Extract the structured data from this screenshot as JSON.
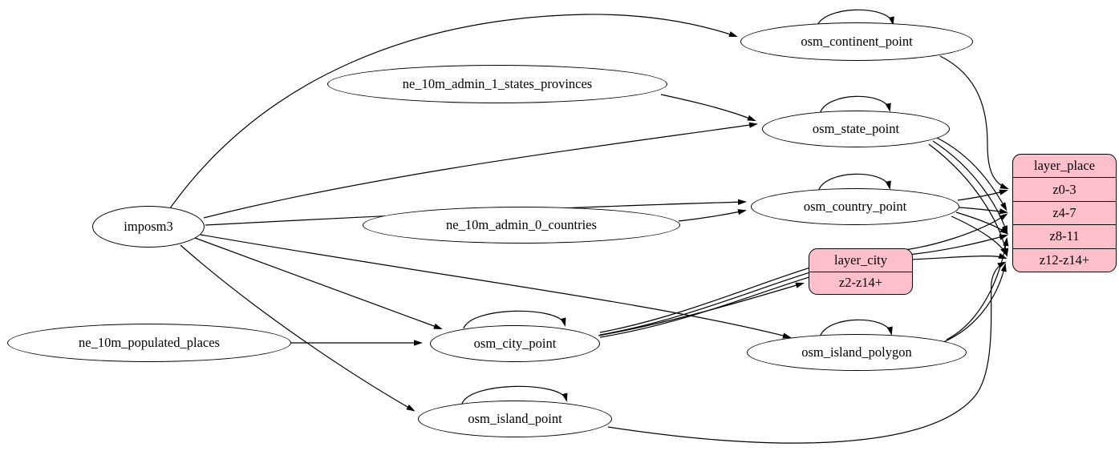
{
  "diagram_type": "graphviz-dataflow",
  "nodes": {
    "imposm3": "imposm3",
    "ne_admin1": "ne_10m_admin_1_states_provinces",
    "ne_admin0": "ne_10m_admin_0_countries",
    "ne_places": "ne_10m_populated_places",
    "continent": "osm_continent_point",
    "state": "osm_state_point",
    "country": "osm_country_point",
    "city": "osm_city_point",
    "island_polygon": "osm_island_polygon",
    "island_point": "osm_island_point"
  },
  "records": {
    "layer_city": {
      "header": "layer_city",
      "rows": [
        "z2-z14+"
      ]
    },
    "layer_place": {
      "header": "layer_place",
      "rows": [
        "z0-3",
        "z4-7",
        "z8-11",
        "z12-z14+"
      ]
    }
  },
  "colors": {
    "record_fill": "#ffc0cb",
    "record_border": "#000000",
    "node_fill": "#ffffff",
    "edge": "#000000",
    "background": "#ffffff"
  },
  "edges": [
    {
      "from": "imposm3",
      "to": "osm_continent_point"
    },
    {
      "from": "imposm3",
      "to": "osm_state_point"
    },
    {
      "from": "imposm3",
      "to": "osm_country_point"
    },
    {
      "from": "imposm3",
      "to": "osm_city_point"
    },
    {
      "from": "imposm3",
      "to": "osm_island_polygon"
    },
    {
      "from": "imposm3",
      "to": "osm_island_point"
    },
    {
      "from": "ne_10m_admin_1_states_provinces",
      "to": "osm_state_point"
    },
    {
      "from": "ne_10m_admin_0_countries",
      "to": "osm_country_point"
    },
    {
      "from": "ne_10m_populated_places",
      "to": "osm_city_point"
    },
    {
      "from": "osm_continent_point",
      "to": "osm_continent_point"
    },
    {
      "from": "osm_state_point",
      "to": "osm_state_point"
    },
    {
      "from": "osm_country_point",
      "to": "osm_country_point"
    },
    {
      "from": "osm_city_point",
      "to": "osm_city_point"
    },
    {
      "from": "osm_island_polygon",
      "to": "osm_island_polygon"
    },
    {
      "from": "osm_island_point",
      "to": "osm_island_point"
    },
    {
      "from": "osm_continent_point",
      "to": "layer_place:z0-3"
    },
    {
      "from": "osm_country_point",
      "to": "layer_place:z0-3"
    },
    {
      "from": "osm_country_point",
      "to": "layer_place:z4-7"
    },
    {
      "from": "osm_country_point",
      "to": "layer_place:z8-11"
    },
    {
      "from": "osm_country_point",
      "to": "layer_place:z12-z14+"
    },
    {
      "from": "osm_state_point",
      "to": "layer_place:z4-7"
    },
    {
      "from": "osm_state_point",
      "to": "layer_place:z8-11"
    },
    {
      "from": "osm_state_point",
      "to": "layer_place:z12-z14+"
    },
    {
      "from": "osm_city_point",
      "to": "layer_city:z2-z14+"
    },
    {
      "from": "osm_city_point",
      "to": "layer_place:z4-7"
    },
    {
      "from": "osm_city_point",
      "to": "layer_place:z8-11"
    },
    {
      "from": "osm_city_point",
      "to": "layer_place:z12-z14+"
    },
    {
      "from": "osm_island_polygon",
      "to": "layer_place:z8-11"
    },
    {
      "from": "osm_island_polygon",
      "to": "layer_place:z12-z14+"
    },
    {
      "from": "osm_island_point",
      "to": "layer_place:z12-z14+"
    }
  ]
}
